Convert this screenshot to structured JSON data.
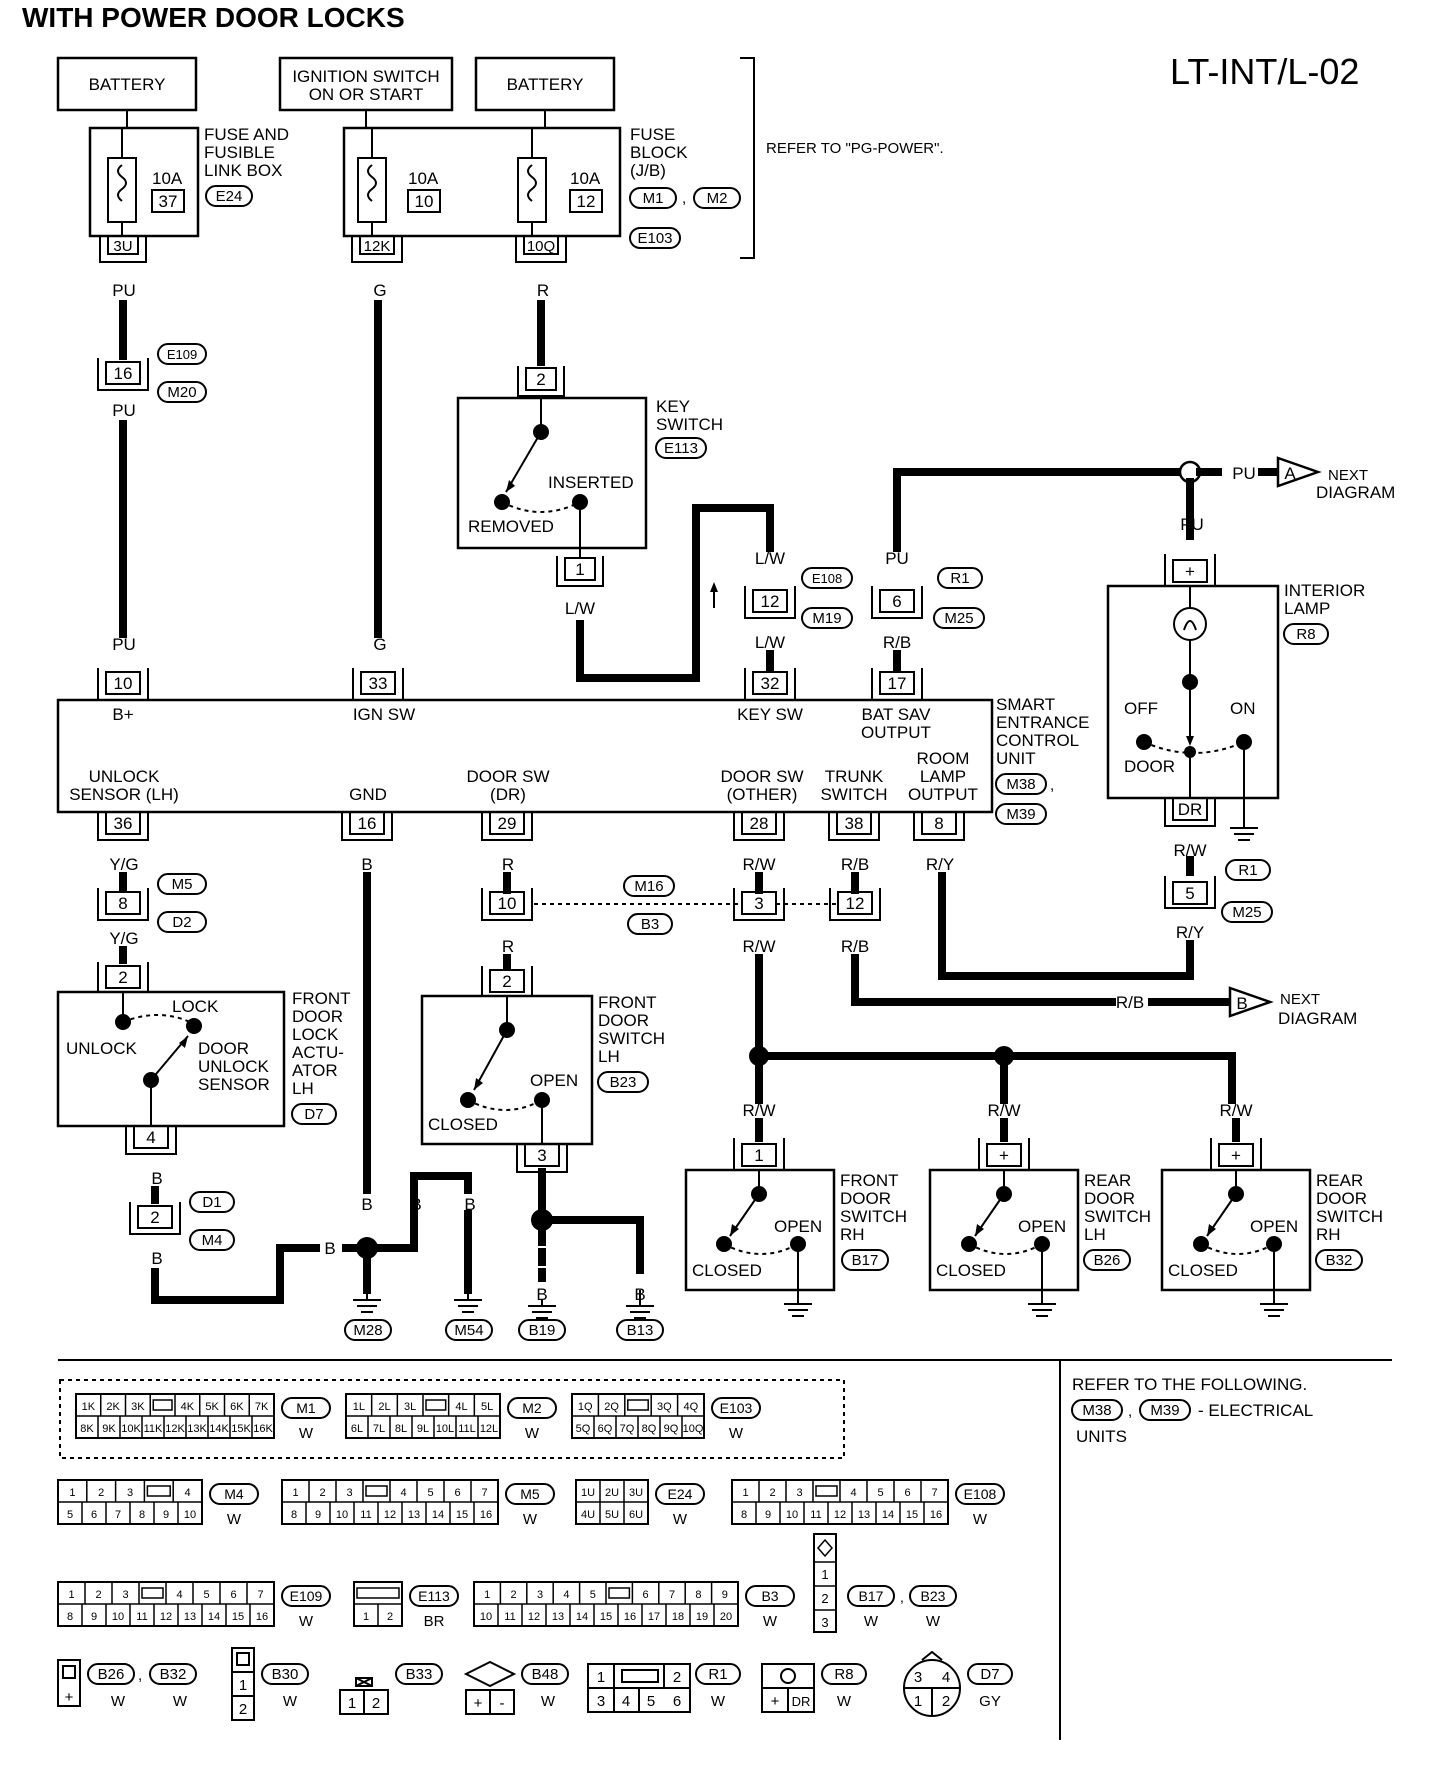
{
  "header": {
    "title": "WITH POWER DOOR LOCKS",
    "diagram_id": "LT-INT/L-02"
  },
  "power": {
    "battery1": "BATTERY",
    "ignition_line1": "IGNITION SWITCH",
    "ignition_line2": "ON OR START",
    "battery2": "BATTERY",
    "fuse_link_box": [
      "FUSE AND",
      "FUSIBLE",
      "LINK BOX"
    ],
    "fuse_link_box_conn": "E24",
    "fuse_block": [
      "FUSE",
      "BLOCK",
      "(J/B)"
    ],
    "fuse_block_conns": [
      "M1",
      "M2",
      "E103"
    ],
    "fuses": [
      {
        "amp": "10A",
        "num": "37",
        "term": "3U"
      },
      {
        "amp": "10A",
        "num": "10",
        "term": "12K"
      },
      {
        "amp": "10A",
        "num": "12",
        "term": "10Q"
      }
    ],
    "refer": "REFER TO \"PG-POWER\"."
  },
  "wires": {
    "pu": "PU",
    "g": "G",
    "r": "R",
    "lw": "L/W",
    "rb": "R/B",
    "rw": "R/W",
    "ry": "R/Y",
    "yg": "Y/G",
    "b": "B"
  },
  "connectors": {
    "e109": "E109",
    "m20": "M20",
    "e108": "E108",
    "m19": "M19",
    "r1": "R1",
    "m25": "M25",
    "m5": "M5",
    "d2": "D2",
    "m16": "M16",
    "b3": "B3",
    "d1": "D1",
    "m4": "M4",
    "pin16": "16",
    "pin2": "2",
    "pin1": "1",
    "pin12": "12",
    "pin6": "6",
    "pin8": "8",
    "pin10": "10",
    "pin3": "3",
    "pin5": "5",
    "pin4": "4",
    "plus": "+"
  },
  "key_switch": {
    "label": [
      "KEY",
      "SWITCH"
    ],
    "conn": "E113",
    "inserted": "INSERTED",
    "removed": "REMOVED"
  },
  "arrows": {
    "a": "A",
    "b": "B",
    "next": [
      "NEXT",
      "DIAGRAM"
    ]
  },
  "interior_lamp": {
    "label": [
      "INTERIOR",
      "LAMP"
    ],
    "conn": "R8",
    "off": "OFF",
    "on": "ON",
    "door": "DOOR",
    "dr": "DR"
  },
  "scu": {
    "label": [
      "SMART",
      "ENTRANCE",
      "CONTROL",
      "UNIT"
    ],
    "conns": [
      "M38",
      "M39"
    ],
    "top_pins": [
      {
        "pin": "10",
        "name": "B+"
      },
      {
        "pin": "33",
        "name": "IGN SW"
      },
      {
        "pin": "32",
        "name": "KEY SW"
      },
      {
        "pin": "17",
        "name": "BAT SAV OUTPUT"
      }
    ],
    "bot_pins": [
      {
        "pin": "36",
        "name": [
          "UNLOCK",
          "SENSOR (LH)"
        ]
      },
      {
        "pin": "16",
        "name": [
          "",
          "GND"
        ]
      },
      {
        "pin": "29",
        "name": [
          "DOOR SW",
          "(DR)"
        ]
      },
      {
        "pin": "28",
        "name": [
          "DOOR SW",
          "(OTHER)"
        ]
      },
      {
        "pin": "38",
        "name": [
          "TRUNK",
          "SWITCH"
        ]
      },
      {
        "pin": "8",
        "name": [
          "ROOM",
          "LAMP",
          "OUTPUT"
        ]
      }
    ],
    "bat_sav": [
      "BAT SAV",
      "OUTPUT"
    ]
  },
  "actuator": {
    "label": [
      "FRONT",
      "DOOR",
      "LOCK",
      "ACTU-",
      "ATOR",
      "LH"
    ],
    "conn": "D7",
    "lock": "LOCK",
    "unlock": "UNLOCK",
    "sensor": [
      "DOOR",
      "UNLOCK",
      "SENSOR"
    ]
  },
  "door_switches": [
    {
      "label": [
        "FRONT",
        "DOOR",
        "SWITCH",
        "LH"
      ],
      "conn": "B23",
      "pin": "2",
      "pin_out": "3"
    },
    {
      "label": [
        "FRONT",
        "DOOR",
        "SWITCH",
        "RH"
      ],
      "conn": "B17",
      "pin": "1"
    },
    {
      "label": [
        "REAR",
        "DOOR",
        "SWITCH",
        "LH"
      ],
      "conn": "B26",
      "pin": "+"
    },
    {
      "label": [
        "REAR",
        "DOOR",
        "SWITCH",
        "RH"
      ],
      "conn": "B32",
      "pin": "+"
    }
  ],
  "switch_states": {
    "open": "OPEN",
    "closed": "CLOSED"
  },
  "grounds": [
    "M28",
    "M54",
    "B19",
    "B13"
  ],
  "legend": {
    "refer": [
      "REFER TO THE FOLLOWING.",
      "- ELECTRICAL",
      "UNITS"
    ],
    "refer_conns": [
      "M38",
      "M39"
    ],
    "row1": [
      {
        "top": [
          "1K",
          "2K",
          "3K",
          "",
          "4K",
          "5K",
          "6K",
          "7K"
        ],
        "bot": [
          "8K",
          "9K",
          "10K",
          "11K",
          "12K",
          "13K",
          "14K",
          "15K",
          "16K"
        ],
        "id": "M1",
        "color": "W"
      },
      {
        "top": [
          "1L",
          "2L",
          "3L",
          "",
          "4L",
          "5L"
        ],
        "bot": [
          "6L",
          "7L",
          "8L",
          "9L",
          "10L",
          "11L",
          "12L"
        ],
        "id": "M2",
        "color": "W"
      },
      {
        "top": [
          "1Q",
          "2Q",
          "",
          "3Q",
          "4Q"
        ],
        "bot": [
          "5Q",
          "6Q",
          "7Q",
          "8Q",
          "9Q",
          "10Q"
        ],
        "id": "E103",
        "color": "W"
      }
    ],
    "row2": [
      {
        "top": [
          "1",
          "2",
          "3",
          "",
          "4"
        ],
        "bot": [
          "5",
          "6",
          "7",
          "8",
          "9",
          "10"
        ],
        "id": "M4",
        "color": "W"
      },
      {
        "top": [
          "1",
          "2",
          "3",
          "",
          "4",
          "5",
          "6",
          "7"
        ],
        "bot": [
          "8",
          "9",
          "10",
          "11",
          "12",
          "13",
          "14",
          "15",
          "16"
        ],
        "id": "M5",
        "color": "W"
      },
      {
        "top": [
          "1U",
          "2U",
          "3U"
        ],
        "bot": [
          "4U",
          "5U",
          "6U"
        ],
        "id": "E24",
        "color": "W"
      },
      {
        "top": [
          "1",
          "2",
          "3",
          "",
          "4",
          "5",
          "6",
          "7"
        ],
        "bot": [
          "8",
          "9",
          "10",
          "11",
          "12",
          "13",
          "14",
          "15",
          "16"
        ],
        "id": "E108",
        "color": "W"
      }
    ],
    "row3": [
      {
        "top": [
          "1",
          "2",
          "3",
          "",
          "4",
          "5",
          "6",
          "7"
        ],
        "bot": [
          "8",
          "9",
          "10",
          "11",
          "12",
          "13",
          "14",
          "15",
          "16"
        ],
        "id": "E109",
        "color": "W"
      },
      {
        "top": [
          ""
        ],
        "bot": [
          "1",
          "2"
        ],
        "id": "E113",
        "color": "BR"
      },
      {
        "top": [
          "1",
          "2",
          "3",
          "4",
          "5",
          "",
          "6",
          "7",
          "8",
          "9"
        ],
        "bot": [
          "10",
          "11",
          "12",
          "13",
          "14",
          "15",
          "16",
          "17",
          "18",
          "19",
          "20"
        ],
        "id": "B3",
        "color": "W"
      },
      {
        "vert": [
          "1",
          "2",
          "3"
        ],
        "ids": [
          "B17",
          "B23"
        ],
        "color": "W"
      }
    ],
    "row4": {
      "b26": "B26",
      "b32": "B32",
      "b30": "B30",
      "b33": "B33",
      "b48": "B48",
      "r1": "R1",
      "r8": "R8",
      "d7": "D7",
      "w": "W",
      "gy": "GY",
      "b30_pins": [
        "1",
        "2"
      ],
      "b33_pins": [
        "1",
        "2"
      ],
      "b48_pins": [
        "+",
        "-"
      ],
      "r1_top": [
        "1",
        "",
        "2"
      ],
      "r1_bot": [
        "3",
        "4",
        "5",
        "6"
      ],
      "r8_pins": [
        "+",
        "DR"
      ],
      "d7_pins": [
        "3",
        "4",
        "1",
        "2"
      ],
      "plus": "+"
    }
  }
}
